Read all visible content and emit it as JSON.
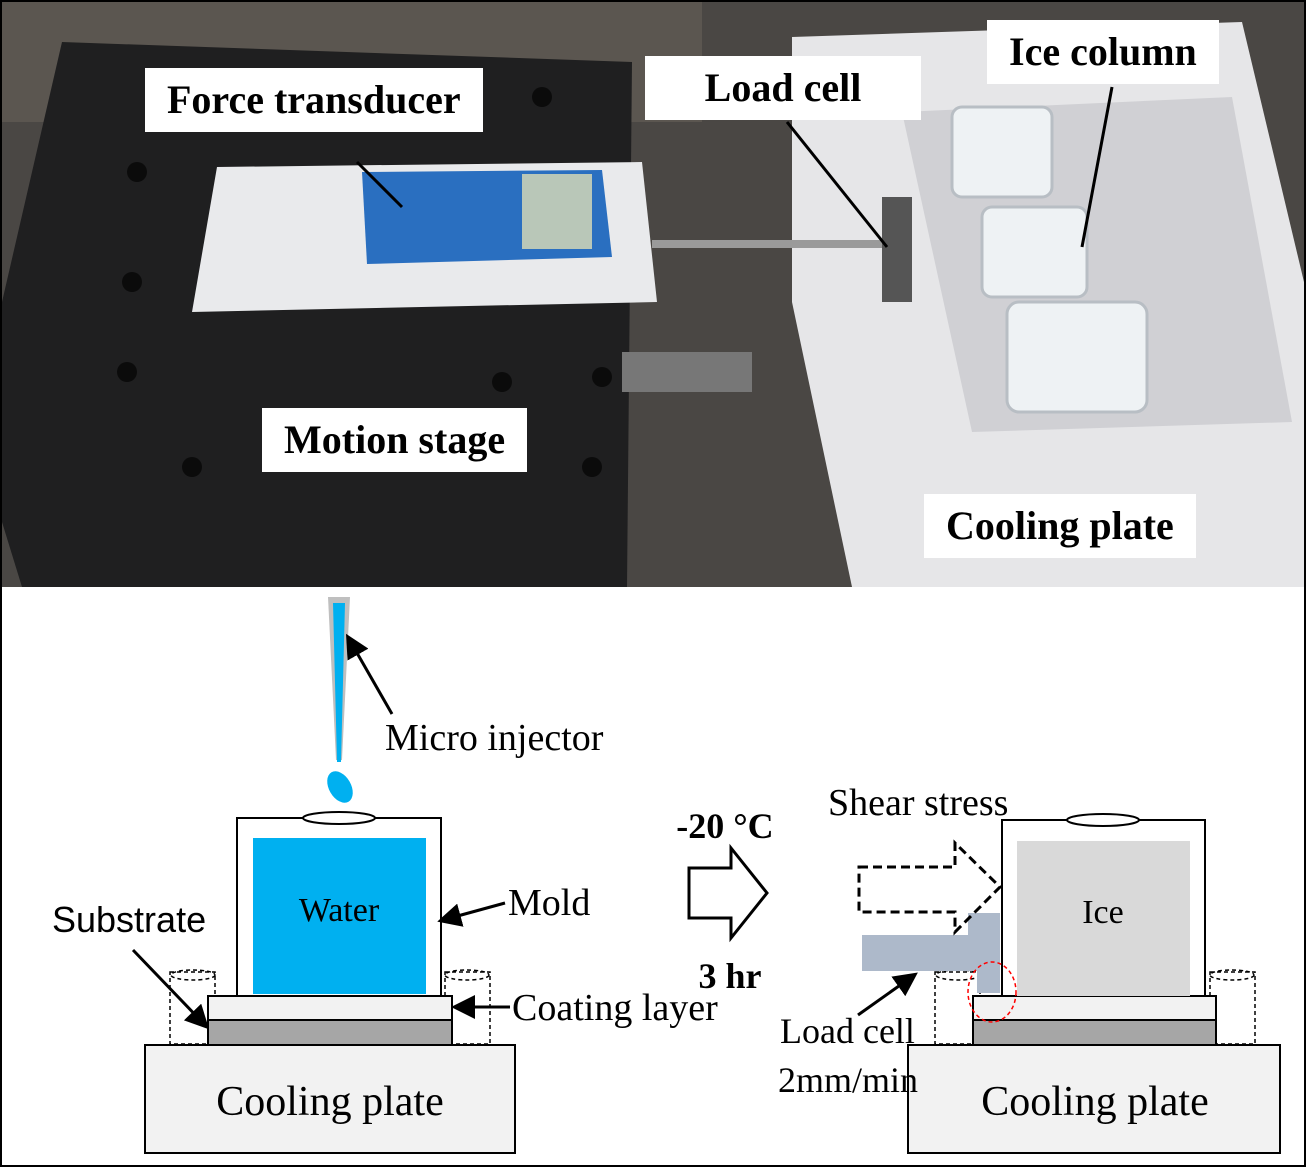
{
  "photo": {
    "labels": {
      "force_transducer": "Force transducer",
      "load_cell": "Load cell",
      "ice_column": "Ice column",
      "motion_stage": "Motion stage",
      "cooling_plate": "Cooling plate"
    }
  },
  "diagram": {
    "left": {
      "micro_injector": "Micro injector",
      "water": "Water",
      "mold": "Mold",
      "substrate": "Substrate",
      "coating_layer": "Coating layer",
      "cooling_plate": "Cooling plate"
    },
    "process": {
      "temperature": "-20 °C",
      "time": "3 hr"
    },
    "right": {
      "shear_stress": "Shear stress",
      "ice": "Ice",
      "load_cell": "Load cell",
      "speed": "2mm/min",
      "cooling_plate": "Cooling plate"
    },
    "colors": {
      "water": "#00b0f0",
      "ice": "#d9d9d9",
      "load_cell": "#adb9ca",
      "highlight": "#ff0000"
    }
  }
}
